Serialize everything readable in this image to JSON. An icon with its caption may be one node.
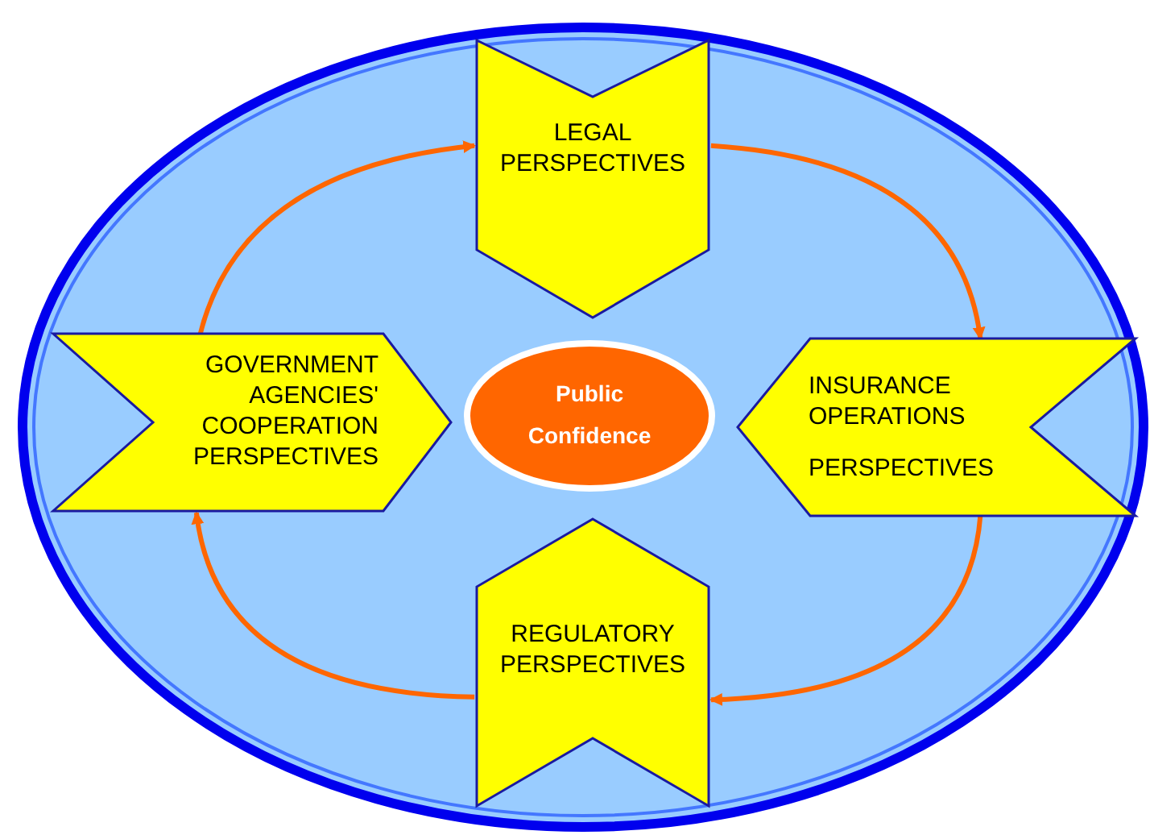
{
  "diagram": {
    "nodes": [
      {
        "text": [
          "LEGAL PERSPECTIVES"
        ]
      },
      {
        "text": [
          "INSURANCE OPERATIONS",
          "PERSPECTIVES"
        ]
      },
      {
        "text": [
          "REGULATORY PERSPECTIVES"
        ]
      },
      {
        "text": [
          "GOVERNMENT AGENCIES' COOPERATION PERSPECTIVES"
        ]
      },
      {
        "text": [
          "Public Confidence"
        ]
      }
    ],
    "edges": [
      {
        "from": 3,
        "to": 0,
        "arrow": "to"
      },
      {
        "from": 0,
        "to": 1,
        "arrow": "to"
      },
      {
        "from": 1,
        "to": 2,
        "arrow": "to"
      },
      {
        "from": 2,
        "to": 3,
        "arrow": "to"
      }
    ]
  }
}
